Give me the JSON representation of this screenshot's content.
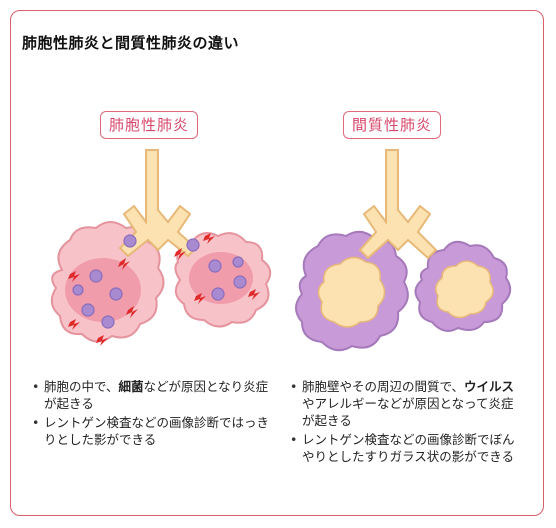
{
  "title": "肺胞性肺炎と間質性肺炎の違い",
  "left": {
    "label": "肺胞性肺炎",
    "notes": [
      {
        "pre": "肺胞の中で、",
        "bold": "細菌",
        "post": "などが原因となり炎症が起きる"
      },
      {
        "pre": "レントゲン検査などの画像診断ではっきりとした影ができる",
        "bold": "",
        "post": ""
      }
    ]
  },
  "right": {
    "label": "間質性肺炎",
    "notes": [
      {
        "pre": "肺胞壁やその周辺の間質で、",
        "bold": "ウイルス",
        "post": "やアレルギーなどが原因となって炎症が起きる"
      },
      {
        "pre": "レントゲン検査などの画像診断でぼんやりとしたすりガラス状の影ができる",
        "bold": "",
        "post": ""
      }
    ]
  },
  "colors": {
    "border": "#d9606a",
    "label_text": "#d8476a",
    "airway": "#fbe2b0",
    "airway_edge": "#e8b878",
    "alveoli_pink": "#f7c3c9",
    "alveoli_edge": "#e5949d",
    "inflammation": "#ee8fa0",
    "bacteria": "#a78ad0",
    "bolt": "#e02a2a",
    "interstitial": "#c99ad8",
    "interstitial_edge": "#a57abb"
  }
}
